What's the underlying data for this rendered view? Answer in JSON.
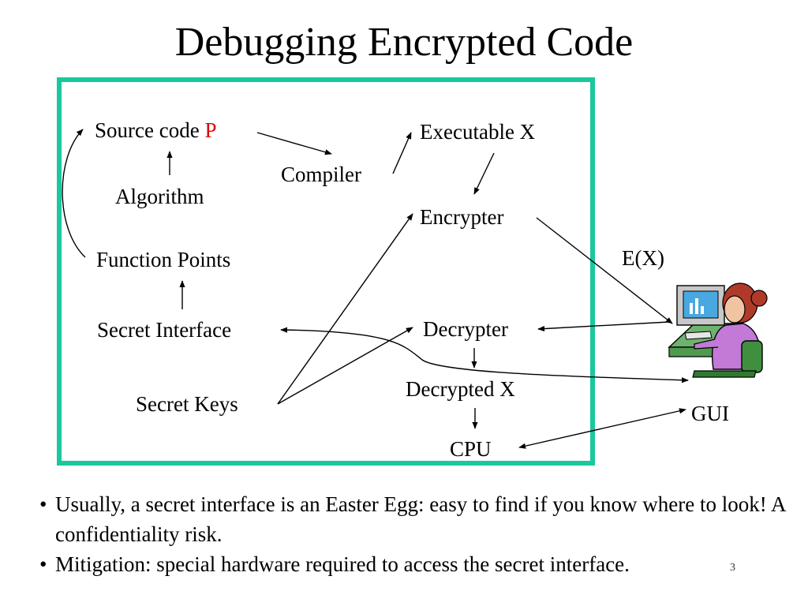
{
  "title": "Debugging Encrypted Code",
  "colors": {
    "frame": "#19c89e",
    "highlight": "#dd0000"
  },
  "diagram": {
    "source_code": "Source code ",
    "source_code_var": "P",
    "algorithm": "Algorithm",
    "function_points": "Function Points",
    "secret_interface": "Secret Interface",
    "secret_keys": "Secret Keys",
    "compiler": "Compiler",
    "executable": "Executable X",
    "encrypter": "Encrypter",
    "decrypter": "Decrypter",
    "decrypted": "Decrypted X",
    "cpu": "CPU",
    "encrypted_output": "E(X)",
    "gui": "GUI"
  },
  "bullets": [
    {
      "text": "Usually, a secret interface is an Easter Egg: easy to find if you know where to look!   A confidentiality risk."
    },
    {
      "text": "Mitigation: special hardware required to access the secret interface."
    }
  ],
  "page_number": "3"
}
